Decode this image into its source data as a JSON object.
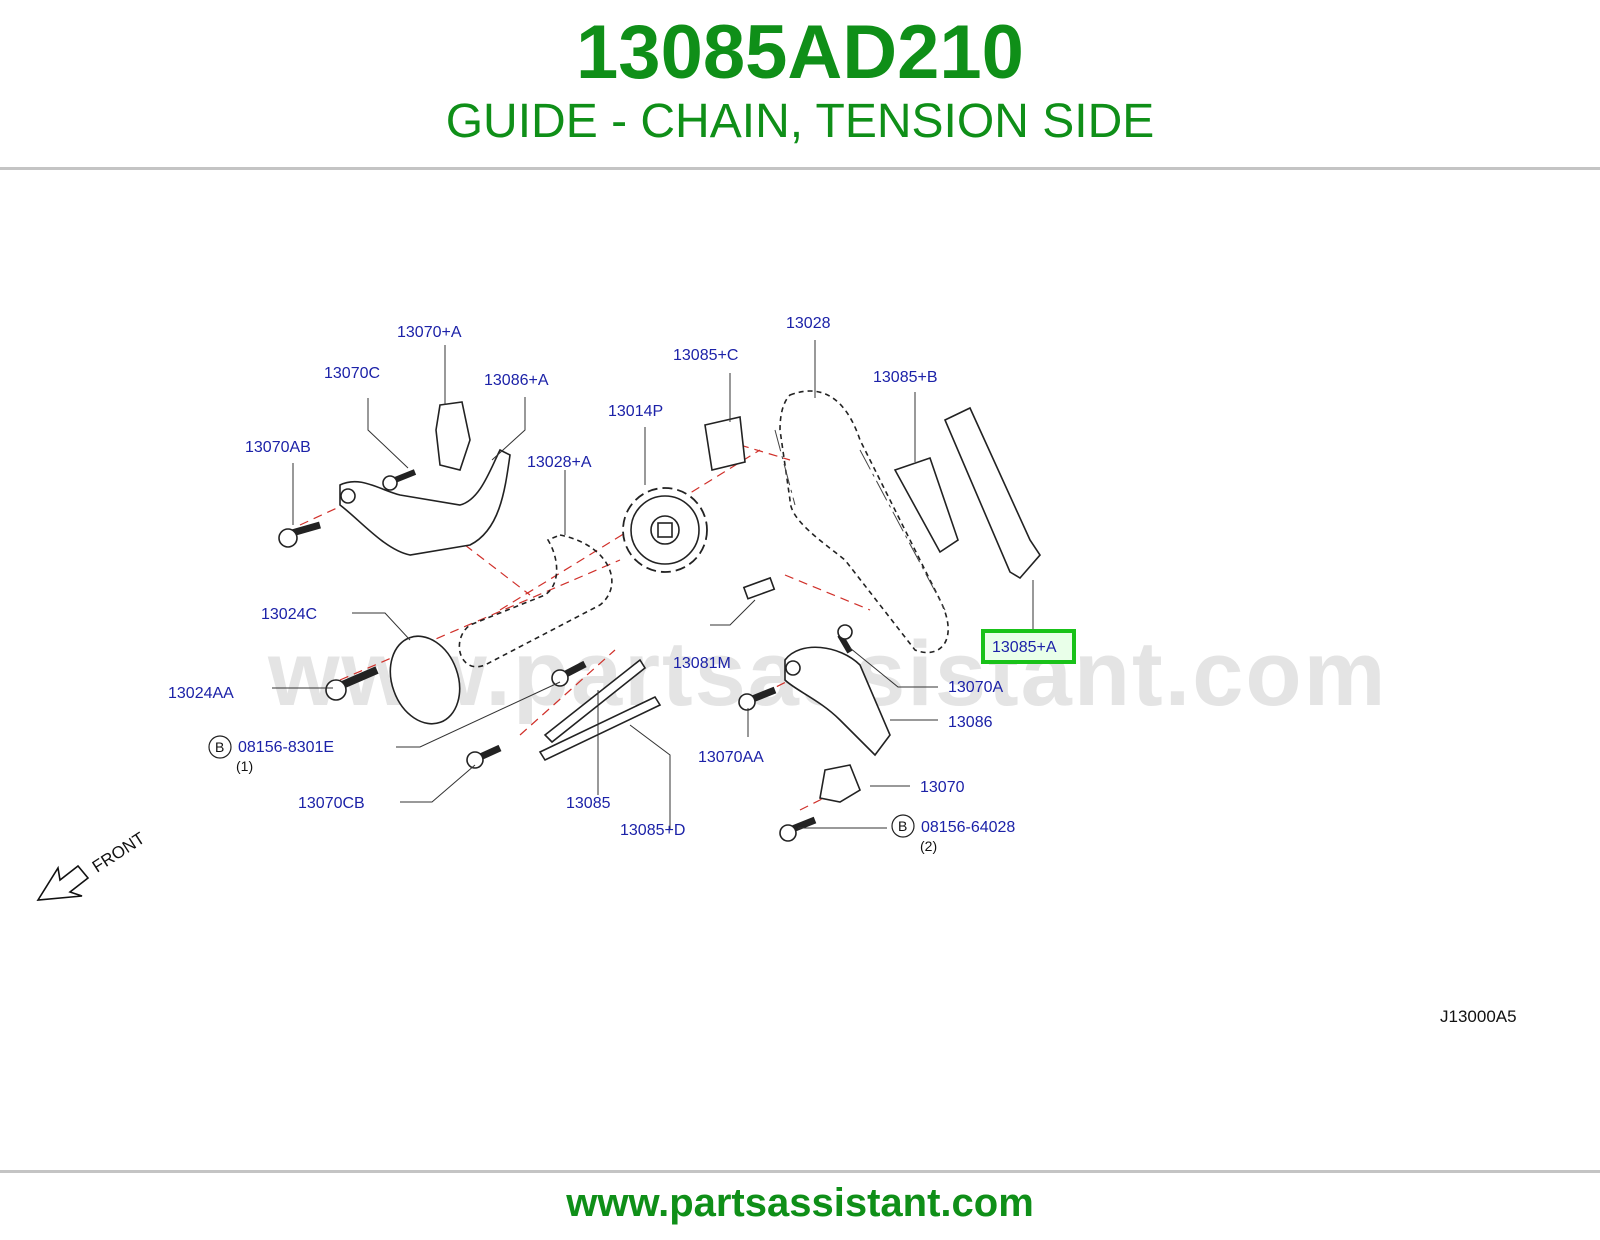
{
  "header": {
    "part_number": "13085AD210",
    "part_name": "GUIDE - CHAIN, TENSION SIDE"
  },
  "diagram": {
    "highlighted_callout": "13085+A",
    "highlight_color": "#19c219",
    "callouts": {
      "c13070_A": "13070+A",
      "c13070C": "13070C",
      "c13086_A": "13086+A",
      "c13070AB": "13070AB",
      "c13028_A": "13028+A",
      "c13014P": "13014P",
      "c13085_C": "13085+C",
      "c13028": "13028",
      "c13085_B": "13085+B",
      "c13085_A": "13085+A",
      "c13024C": "13024C",
      "c13024AA": "13024AA",
      "c08156_8301E": "08156-8301E",
      "qty1": "(1)",
      "c13070CB": "13070CB",
      "c13085": "13085",
      "c13085_D": "13085+D",
      "c13081M": "13081M",
      "c13070A": "13070A",
      "c13086": "13086",
      "c13070AA": "13070AA",
      "c13070": "13070",
      "c08156_64028": "08156-64028",
      "qty2": "(2)"
    },
    "bolt_marker": "B",
    "front_label": "FRONT",
    "watermark": "www.partsassistant.com",
    "diagram_code": "J13000A5"
  },
  "footer": {
    "url": "www.partsassistant.com"
  }
}
